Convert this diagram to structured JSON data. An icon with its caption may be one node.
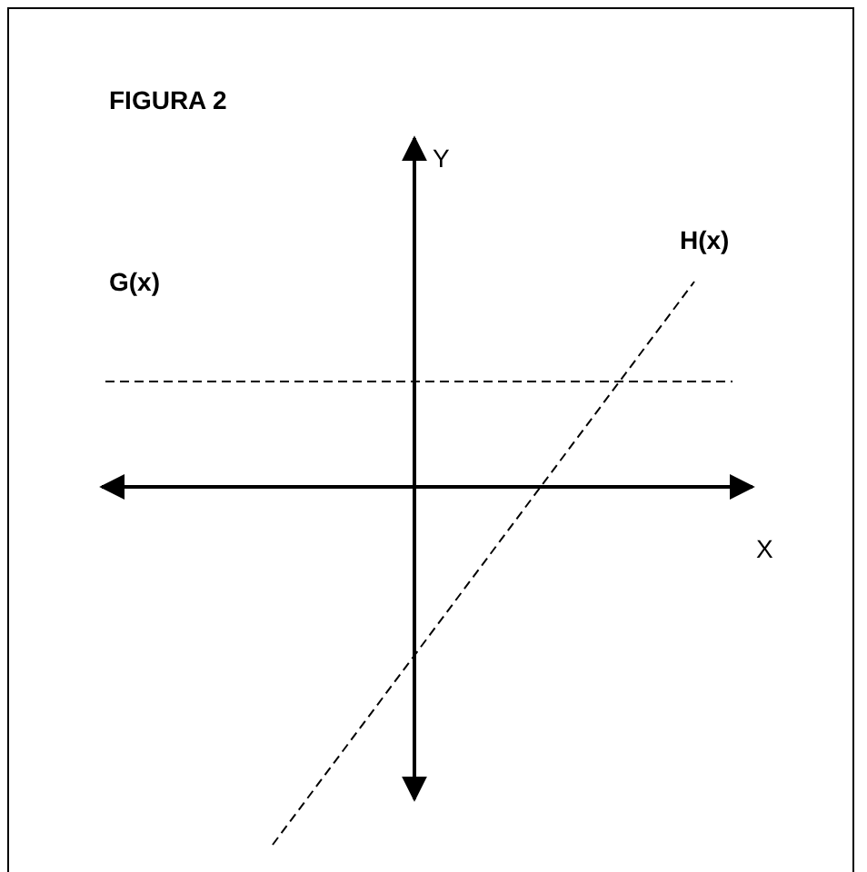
{
  "diagram": {
    "title": "FIGURA 2",
    "labels": [
      "Y",
      "G(x)",
      "H(x)",
      "X"
    ]
  }
}
